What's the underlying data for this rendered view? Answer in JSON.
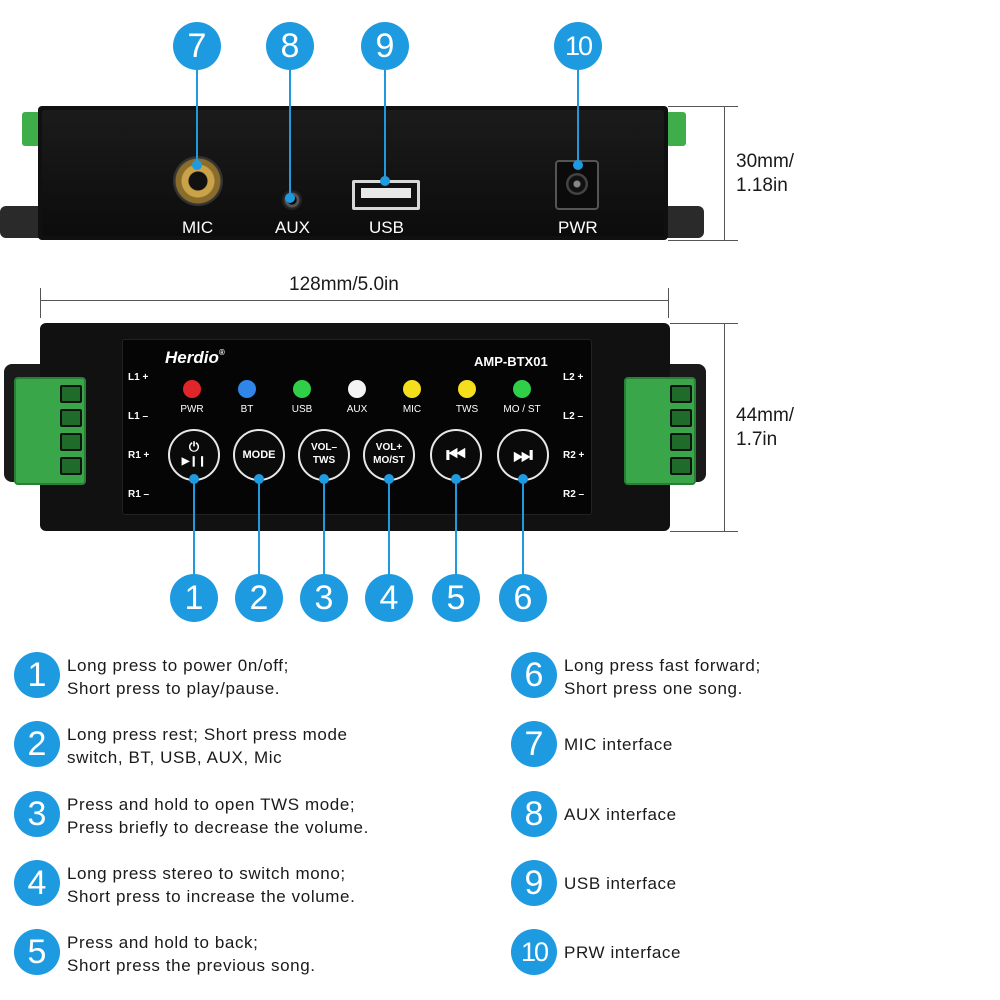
{
  "top_view": {
    "ports": [
      {
        "number": "7",
        "label": "MIC"
      },
      {
        "number": "8",
        "label": "AUX"
      },
      {
        "number": "9",
        "label": "USB"
      },
      {
        "number": "10",
        "label": "PWR"
      }
    ],
    "height_dim": [
      "30mm/",
      "1.18in"
    ]
  },
  "width_dim": "128mm/5.0in",
  "front_view": {
    "brand": "Herdio",
    "brand_mark": "®",
    "model": "AMP-BTX01",
    "height_dim": [
      "44mm/",
      "1.7in"
    ],
    "left_channels": [
      "L1 +",
      "L1 –",
      "R1 +",
      "R1 –"
    ],
    "right_channels": [
      "L2 +",
      "L2 –",
      "R2 +",
      "R2 –"
    ],
    "leds": [
      {
        "label": "PWR",
        "color": "#e0262b"
      },
      {
        "label": "BT",
        "color": "#2f86e8"
      },
      {
        "label": "USB",
        "color": "#2fcf48"
      },
      {
        "label": "AUX",
        "color": "#f4f4f4"
      },
      {
        "label": "MIC",
        "color": "#f5de1c"
      },
      {
        "label": "TWS",
        "color": "#f5de1c"
      },
      {
        "label": "MO / ST",
        "color": "#2fcf48"
      }
    ],
    "buttons": [
      {
        "number": "1",
        "line1": "⏻",
        "line2": "▶❙❙",
        "icon": "power-play-pause-icon"
      },
      {
        "number": "2",
        "line1": "MODE",
        "line2": "",
        "icon": ""
      },
      {
        "number": "3",
        "line1": "VOL–",
        "line2": "TWS",
        "icon": ""
      },
      {
        "number": "4",
        "line1": "VOL+",
        "line2": "MO/ST",
        "icon": ""
      },
      {
        "number": "5",
        "line1": "⏮",
        "line2": "",
        "icon": "previous-icon"
      },
      {
        "number": "6",
        "line1": "⏭",
        "line2": "",
        "icon": "next-icon"
      }
    ]
  },
  "legend": [
    {
      "number": "1",
      "lines": [
        "Long press to power 0n/off;",
        "Short press to play/pause."
      ]
    },
    {
      "number": "2",
      "lines": [
        "Long press rest; Short press mode",
        "switch, BT, USB, AUX, Mic"
      ]
    },
    {
      "number": "3",
      "lines": [
        "Press and hold to open TWS mode;",
        "Press briefly to decrease the volume."
      ]
    },
    {
      "number": "4",
      "lines": [
        "Long press stereo to switch mono;",
        "Short press to increase the volume."
      ]
    },
    {
      "number": "5",
      "lines": [
        "Press and hold to back;",
        "Short press the previous song."
      ]
    },
    {
      "number": "6",
      "lines": [
        "Long press fast forward;",
        "Short press one song."
      ]
    },
    {
      "number": "7",
      "lines": [
        "MIC interface"
      ]
    },
    {
      "number": "8",
      "lines": [
        "AUX interface"
      ]
    },
    {
      "number": "9",
      "lines": [
        "USB interface"
      ]
    },
    {
      "number": "10",
      "lines": [
        "PRW interface"
      ]
    }
  ],
  "colors": {
    "accent": "#1e9be0",
    "terminal_green": "#3aa64a"
  }
}
